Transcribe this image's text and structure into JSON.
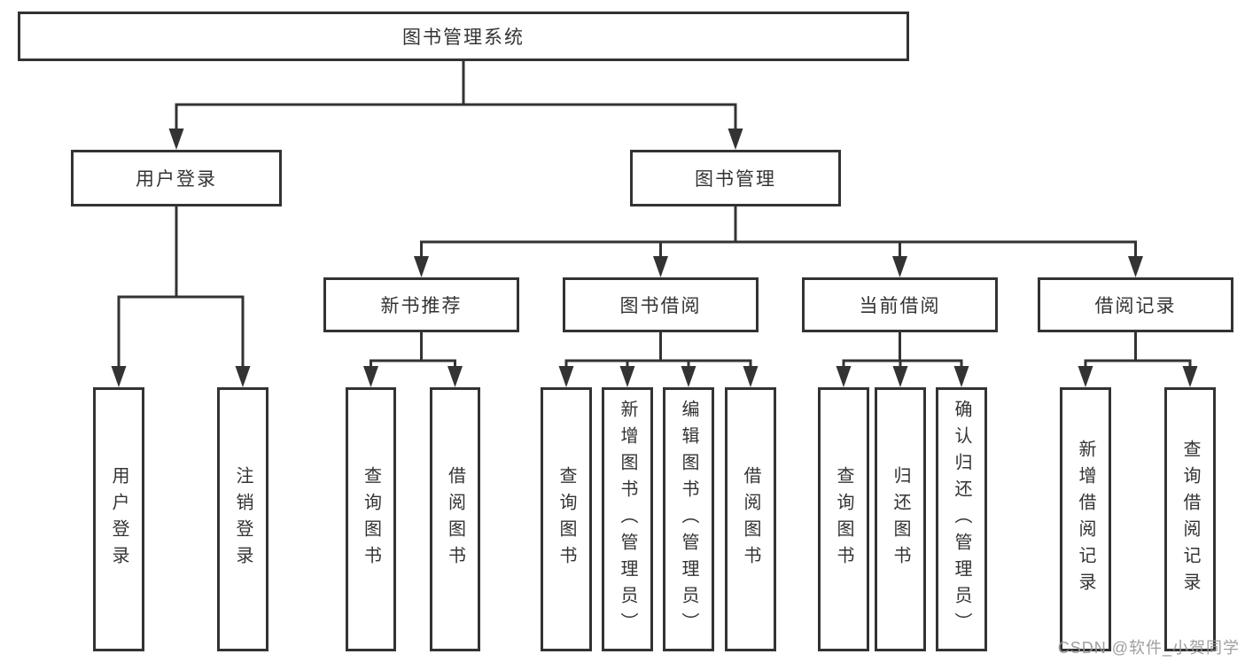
{
  "diagram": {
    "root": {
      "label": "图书管理系统"
    },
    "branches": [
      {
        "label": "用户登录",
        "children": [
          {
            "label": "用户登录"
          },
          {
            "label": "注销登录"
          }
        ]
      },
      {
        "label": "图书管理",
        "children": [
          {
            "label": "新书推荐",
            "children": [
              {
                "label": "查询图书"
              },
              {
                "label": "借阅图书"
              }
            ]
          },
          {
            "label": "图书借阅",
            "children": [
              {
                "label": "查询图书"
              },
              {
                "label": "新增图书（管理员）"
              },
              {
                "label": "编辑图书（管理员）"
              },
              {
                "label": "借阅图书"
              }
            ]
          },
          {
            "label": "当前借阅",
            "children": [
              {
                "label": "查询图书"
              },
              {
                "label": "归还图书"
              },
              {
                "label": "确认归还（管理员）"
              }
            ]
          },
          {
            "label": "借阅记录",
            "children": [
              {
                "label": "新增借阅记录"
              },
              {
                "label": "查询借阅记录"
              }
            ]
          }
        ]
      }
    ]
  },
  "watermark": {
    "text": "CSDN @软件_小贺同学"
  },
  "colors": {
    "line": "#333333",
    "text": "#333333",
    "box_background": "#ffffff",
    "page_background": "#ffffff",
    "watermark": "#969696"
  }
}
